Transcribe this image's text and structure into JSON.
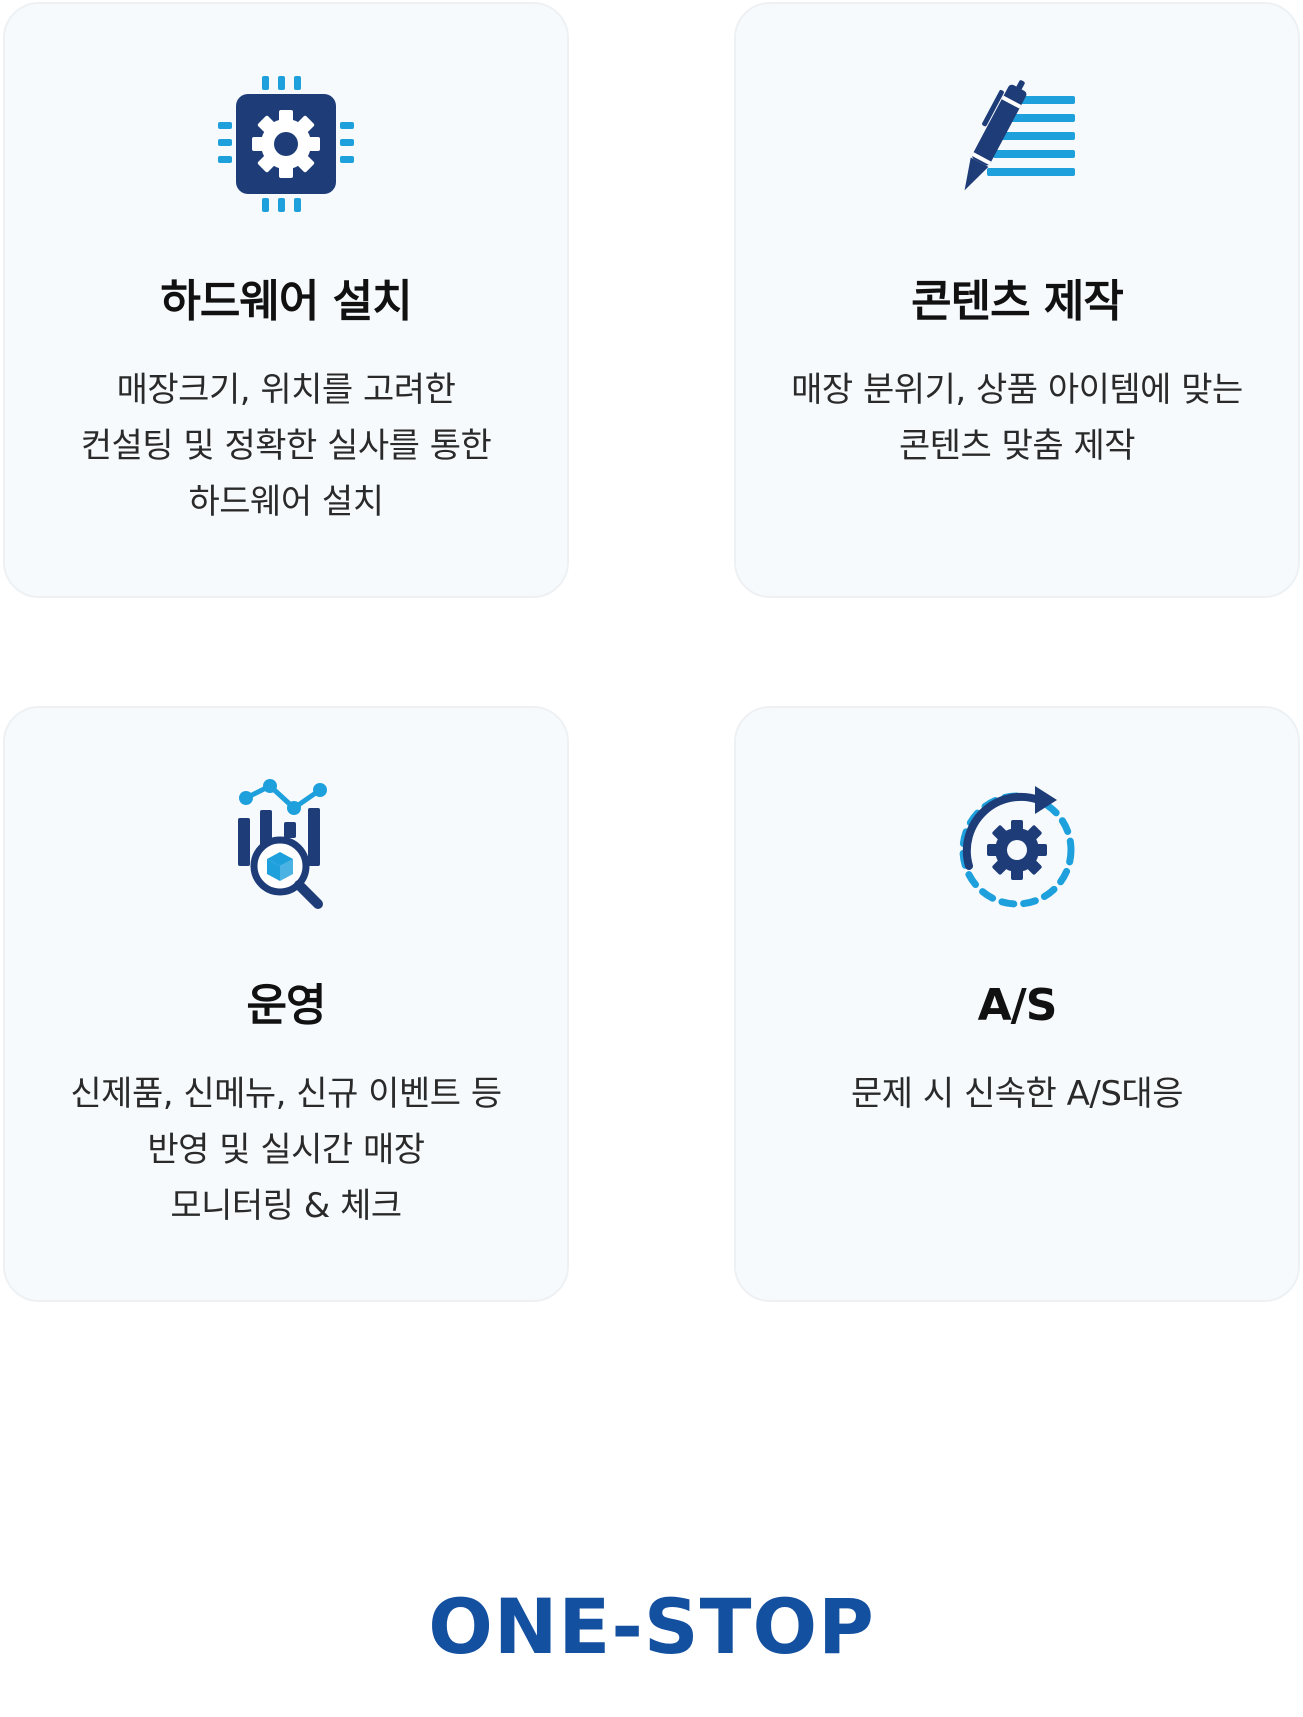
{
  "colors": {
    "icon_dark": "#1e3c78",
    "icon_light": "#1ea0dc",
    "card_bg": "#f7fafd",
    "accent": "#1450a0"
  },
  "cards": [
    {
      "icon": "chip-gear-icon",
      "title": "하드웨어 설치",
      "desc": [
        "매장크기, 위치를 고려한",
        "컨설팅 및 정확한 실사를 통한",
        "하드웨어 설치"
      ]
    },
    {
      "icon": "pen-document-icon",
      "title": "콘텐츠 제작",
      "desc": [
        "매장 분위기, 상품 아이템에 맞는",
        "콘텐츠 맞춤 제작"
      ]
    },
    {
      "icon": "analytics-search-icon",
      "title": "운영",
      "desc": [
        "신제품, 신메뉴, 신규 이벤트 등",
        "반영 및 실시간 매장",
        "모니터링 & 체크"
      ]
    },
    {
      "icon": "gear-refresh-icon",
      "title": "A/S",
      "desc": [
        "문제 시 신속한 A/S대응"
      ]
    }
  ],
  "footer": {
    "title": "ONE-STOP"
  }
}
